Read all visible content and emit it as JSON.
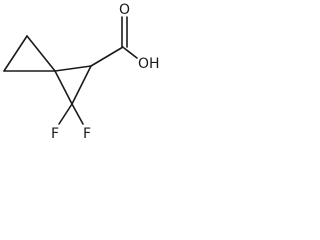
{
  "molecule": {
    "atoms": {
      "carbonyl_oxygen": "O",
      "hydroxyl": "OH",
      "fluorine_left": "F",
      "fluorine_right": "F"
    }
  }
}
